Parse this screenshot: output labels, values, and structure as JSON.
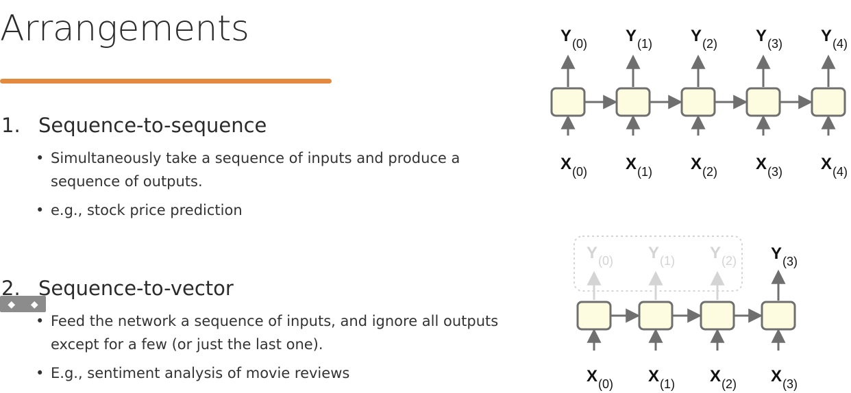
{
  "slide": {
    "title": "Arrangements",
    "sections": [
      {
        "number": "1.",
        "heading": "Sequence-to-sequence",
        "bullets": [
          "Simultaneously take a sequence of inputs and produce a sequence of outputs.",
          "e.g., stock price prediction"
        ]
      },
      {
        "number": "2.",
        "heading": "Sequence-to-vector",
        "bullets": [
          "Feed the network a sequence of inputs, and ignore all outputs except for a few (or just the last one).",
          "E.g., sentiment analysis of movie reviews"
        ]
      }
    ]
  },
  "bullet_char": "•",
  "nav_widget": {
    "icons": [
      "prev-arrow-icon",
      "next-arrow-icon"
    ],
    "glyphs": [
      "◆",
      "◆"
    ]
  },
  "diagram_seq2seq": {
    "inputs": [
      {
        "main": "X",
        "sub": "(0)"
      },
      {
        "main": "X",
        "sub": "(1)"
      },
      {
        "main": "X",
        "sub": "(2)"
      },
      {
        "main": "X",
        "sub": "(3)"
      },
      {
        "main": "X",
        "sub": "(4)"
      }
    ],
    "outputs": [
      {
        "main": "Y",
        "sub": "(0)"
      },
      {
        "main": "Y",
        "sub": "(1)"
      },
      {
        "main": "Y",
        "sub": "(2)"
      },
      {
        "main": "Y",
        "sub": "(3)"
      },
      {
        "main": "Y",
        "sub": "(4)"
      }
    ]
  },
  "diagram_seq2vec": {
    "inputs": [
      {
        "main": "X",
        "sub": "(0)"
      },
      {
        "main": "X",
        "sub": "(1)"
      },
      {
        "main": "X",
        "sub": "(2)"
      },
      {
        "main": "X",
        "sub": "(3)"
      }
    ],
    "ignored_outputs": [
      {
        "main": "Y",
        "sub": "(0)"
      },
      {
        "main": "Y",
        "sub": "(1)"
      },
      {
        "main": "Y",
        "sub": "(2)"
      }
    ],
    "final_output": {
      "main": "Y",
      "sub": "(3)"
    }
  },
  "colors": {
    "accent_underline": "#e28a3f",
    "cell_fill": "#fdfbe0",
    "cell_stroke": "#6f6f6f",
    "arrow": "#6f6f6f",
    "faded": "#d4d4d4"
  }
}
